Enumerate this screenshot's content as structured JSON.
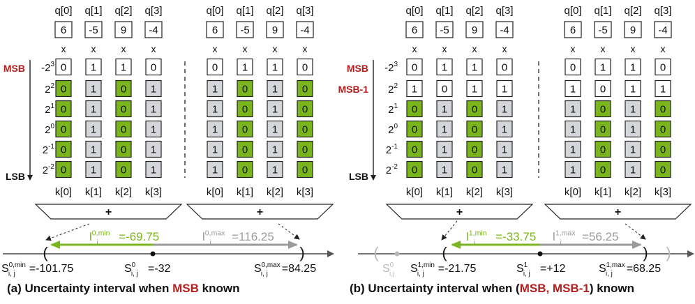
{
  "colors": {
    "green": "#7ab51d",
    "gray": "#d4d6da",
    "white": "#ffffff",
    "red": "#b41e1e",
    "green_text": "#7ab51d",
    "gray_text": "#9b9b9b",
    "light_text": "#b8b8b8"
  },
  "q_labels": [
    "q[0]",
    "q[1]",
    "q[2]",
    "q[3]"
  ],
  "q_values": [
    "6",
    "-5",
    "9",
    "-4"
  ],
  "times": "x",
  "k_labels": [
    "k[0]",
    "k[1]",
    "k[2]",
    "k[3]"
  ],
  "plus": "+",
  "msb_label": "MSB",
  "msb1_label": "MSB-1",
  "lsb_label": "LSB",
  "bit_weights": [
    {
      "base": "-2",
      "exp": "3"
    },
    {
      "base": "2",
      "exp": "2"
    },
    {
      "base": "2",
      "exp": "1"
    },
    {
      "base": "2",
      "exp": "0"
    },
    {
      "base": "2",
      "exp": "-1"
    },
    {
      "base": "2",
      "exp": "-2"
    }
  ],
  "panels": [
    {
      "id": "a",
      "known_rows": 1,
      "min_matrix": [
        [
          "0",
          "1",
          "1",
          "0"
        ],
        [
          "0",
          "1",
          "0",
          "1"
        ],
        [
          "0",
          "1",
          "0",
          "1"
        ],
        [
          "0",
          "1",
          "0",
          "1"
        ],
        [
          "0",
          "1",
          "0",
          "1"
        ],
        [
          "0",
          "1",
          "0",
          "1"
        ]
      ],
      "max_matrix": [
        [
          "0",
          "1",
          "1",
          "0"
        ],
        [
          "1",
          "0",
          "1",
          "0"
        ],
        [
          "1",
          "0",
          "1",
          "0"
        ],
        [
          "1",
          "0",
          "1",
          "0"
        ],
        [
          "1",
          "0",
          "1",
          "0"
        ],
        [
          "1",
          "0",
          "1",
          "0"
        ]
      ],
      "interval_min": {
        "sym": "l",
        "sub": "i",
        "sup": "0,min",
        "value": "=-69.75"
      },
      "interval_max": {
        "sym": "l",
        "sub": "i",
        "sup": "0,max",
        "value": "=116.25"
      },
      "s_min": {
        "sym": "S",
        "sub": "i, j",
        "sup": "0,min",
        "value": "=-101.75"
      },
      "s_mid": {
        "sym": "S",
        "sub": "i, j",
        "sup": "0",
        "value": "=-32"
      },
      "s_max": {
        "sym": "S",
        "sub": "i, j",
        "sup": "0,max",
        "value": "=84.25"
      }
    },
    {
      "id": "b",
      "known_rows": 2,
      "min_matrix": [
        [
          "0",
          "1",
          "1",
          "0"
        ],
        [
          "1",
          "0",
          "1",
          "1"
        ],
        [
          "0",
          "1",
          "0",
          "1"
        ],
        [
          "0",
          "1",
          "0",
          "1"
        ],
        [
          "0",
          "1",
          "0",
          "1"
        ],
        [
          "0",
          "1",
          "0",
          "1"
        ]
      ],
      "max_matrix": [
        [
          "0",
          "1",
          "1",
          "0"
        ],
        [
          "1",
          "0",
          "1",
          "1"
        ],
        [
          "1",
          "0",
          "1",
          "0"
        ],
        [
          "1",
          "0",
          "1",
          "0"
        ],
        [
          "1",
          "0",
          "1",
          "0"
        ],
        [
          "1",
          "0",
          "1",
          "0"
        ]
      ],
      "interval_min": {
        "sym": "l",
        "sub": "i",
        "sup": "1,min",
        "value": "=-33.75"
      },
      "interval_max": {
        "sym": "l",
        "sub": "i",
        "sup": "1,max",
        "value": "=56.25"
      },
      "s_prev": {
        "sym": "S",
        "sub": "i,j",
        "sup": "0",
        "value": ""
      },
      "s_min": {
        "sym": "S",
        "sub": "i, j",
        "sup": "1,min",
        "value": "=-21.75"
      },
      "s_mid": {
        "sym": "S",
        "sub": "i, j",
        "sup": "1",
        "value": "=+12"
      },
      "s_max": {
        "sym": "S",
        "sub": "i, j",
        "sup": "1,max",
        "value": "=68.25"
      }
    }
  ],
  "captions": {
    "a": {
      "pre": "(a) Uncertainty interval when ",
      "hl": "MSB",
      "post": " known"
    },
    "b": {
      "pre": "(b) Uncertainty interval when (",
      "hl": "MSB, MSB-1",
      "post": ") known"
    }
  }
}
